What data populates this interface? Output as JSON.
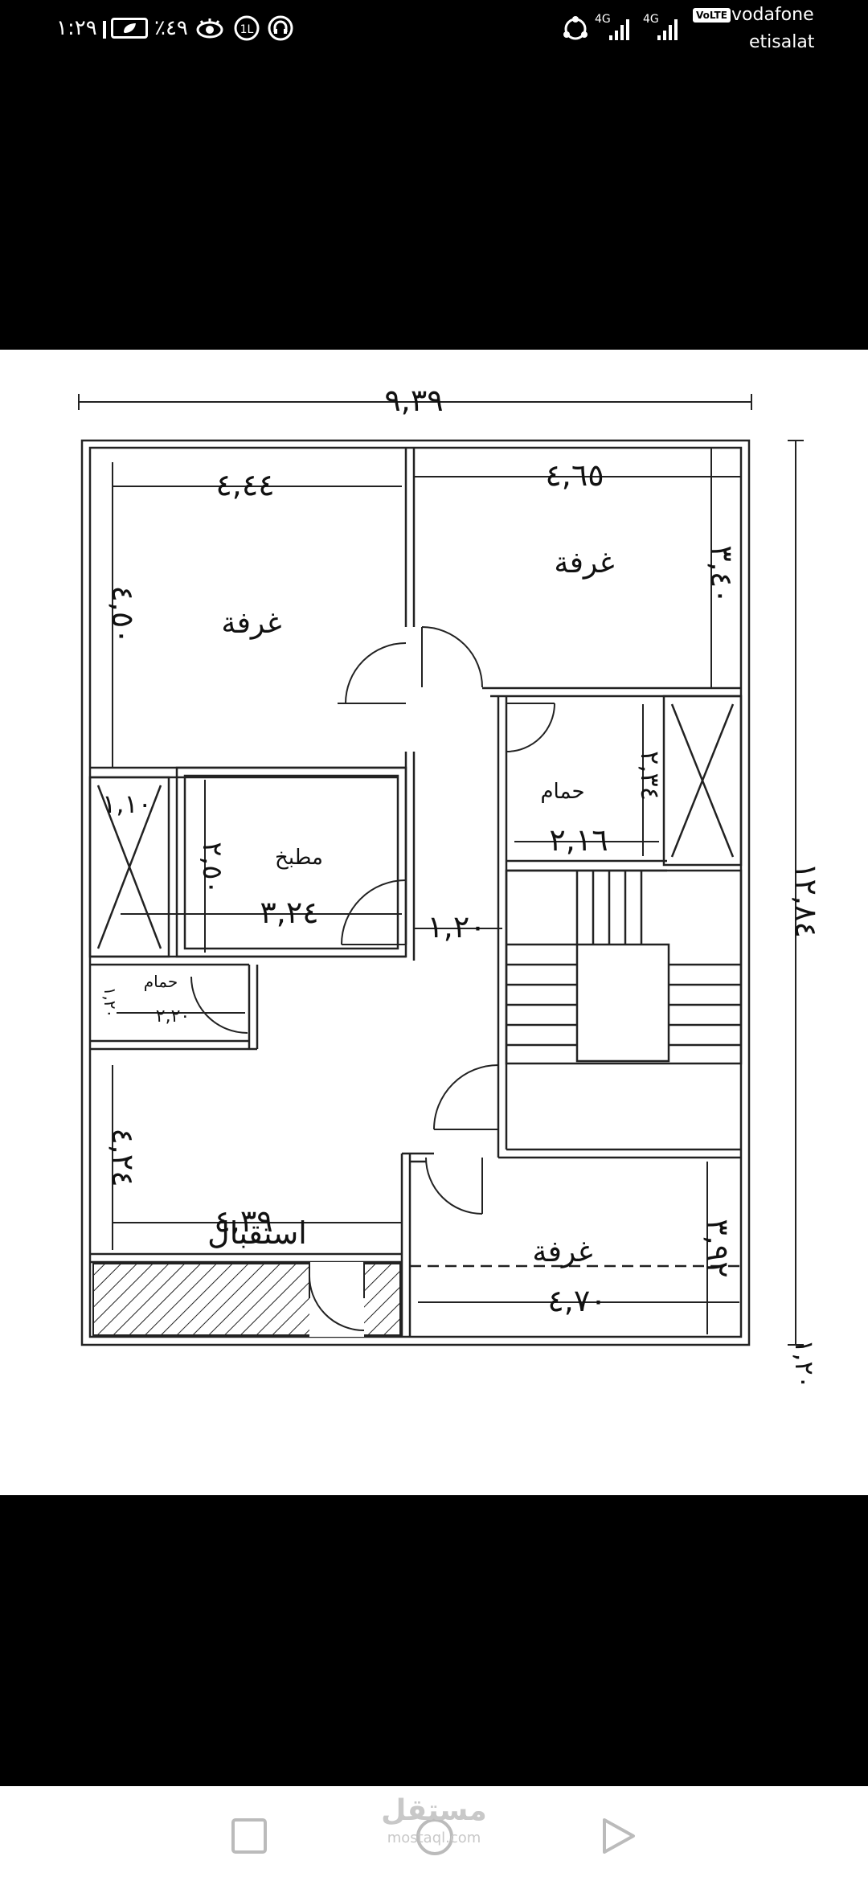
{
  "status_bar": {
    "time": "١:٢٩",
    "battery": "٪٤٩",
    "network_1": "4G",
    "network_2": "4G",
    "volte": "VoLTE",
    "carrier_1": "vodafone",
    "carrier_2": "etisalat"
  },
  "floor_plan": {
    "total_width": "٩,٣٩",
    "total_height": "١٢,٨٤",
    "bottom_offset": "١,٢٠",
    "rooms": {
      "room_top_left": {
        "label": "غرفة",
        "width": "٤,٤٤",
        "height": "٤,٥٠"
      },
      "room_top_right": {
        "label": "غرفة",
        "width": "٤,٦٥",
        "height": "٣,٤٠"
      },
      "bath_right": {
        "label": "حمام",
        "width": "٢,١٦",
        "height": "٢,٣٤"
      },
      "kitchen": {
        "label": "مطبخ",
        "width": "٣,٢٤",
        "height": "٢,٥٠"
      },
      "shaft_left": {
        "dim": "١,١٠"
      },
      "corridor": {
        "width": "١,٢٠"
      },
      "bath_left": {
        "label": "حمام",
        "width": "٢,٢٠",
        "height": "١,٢٠"
      },
      "reception": {
        "label": "استقبال",
        "width": "٤,٣٩",
        "height": "٤,٢٤"
      },
      "room_bottom_right": {
        "label": "غرفة",
        "width": "٤,٧٠",
        "height": "٣,٩٢"
      }
    }
  },
  "nav_bar": {
    "watermark": "مستقل",
    "watermark_sub": "mostaql.com"
  }
}
